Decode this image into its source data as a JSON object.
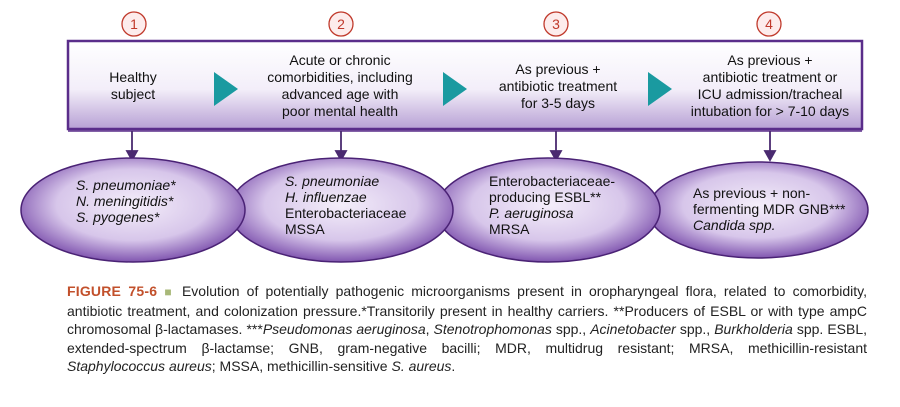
{
  "colors": {
    "box_border": "#5a2d8a",
    "box_gradient_top": "#ffffff",
    "box_gradient_bottom": "#c9b6df",
    "ellipse_dark": "#6a3d99",
    "ellipse_light": "#ece3f5",
    "triangle": "#1a9aa0",
    "step_circle": "#c0392b",
    "caption_label": "#c2502b"
  },
  "steps": [
    {
      "number": "1",
      "text": "Healthy\nsubject"
    },
    {
      "number": "2",
      "text": "Acute or chronic\ncomorbidities, including\nadvanced age with\npoor mental health"
    },
    {
      "number": "3",
      "text": "As previous +\nantibiotic treatment\nfor 3-5 days"
    },
    {
      "number": "4",
      "text": "As previous +\nantibiotic treatment or\nICU admission/tracheal\nintubation for > 7-10 days"
    }
  ],
  "organisms": [
    {
      "lines": [
        {
          "text": "S. pneumoniae*",
          "italic": true
        },
        {
          "text": "N. meningitidis*",
          "italic": true
        },
        {
          "text": "S. pyogenes*",
          "italic": true
        }
      ]
    },
    {
      "lines": [
        {
          "text": "S. pneumoniae",
          "italic": true
        },
        {
          "text": "H. influenzae",
          "italic": true
        },
        {
          "text": "Enterobacteriaceae",
          "italic": false
        },
        {
          "text": "MSSA",
          "italic": false
        }
      ]
    },
    {
      "lines": [
        {
          "text": "Enterobacteriaceae-",
          "italic": false
        },
        {
          "text": "producing ESBL**",
          "italic": false
        },
        {
          "text": "P. aeruginosa",
          "italic": true
        },
        {
          "text": "MRSA",
          "italic": false
        }
      ]
    },
    {
      "lines": [
        {
          "text": "As previous + non-",
          "italic": false
        },
        {
          "text": "fermenting MDR GNB***",
          "italic": false
        },
        {
          "text": "Candida spp.",
          "italic": true
        }
      ]
    }
  ],
  "caption": {
    "label": "FIGURE 75-6",
    "separator": "■",
    "segments": [
      {
        "text": " Evolution of potentially pathogenic microorganisms present in oropharyngeal flora, related to comorbidity, antibiotic treatment, and colonization pressure.*Transitorily present in healthy carriers. **Producers of ESBL or with type ampC chromosomal β-lactamases. ***",
        "italic": false
      },
      {
        "text": "Pseudomonas aeruginosa",
        "italic": true
      },
      {
        "text": ", ",
        "italic": false
      },
      {
        "text": "Stenotrophomonas",
        "italic": true
      },
      {
        "text": " spp., ",
        "italic": false
      },
      {
        "text": "Acinetobacter",
        "italic": true
      },
      {
        "text": " spp., ",
        "italic": false
      },
      {
        "text": "Burkholderia",
        "italic": true
      },
      {
        "text": " spp. ESBL, extended-spectrum β-lactamse; GNB, gram-negative bacilli; MDR, multidrug resistant; MRSA, methicillin-resistant ",
        "italic": false
      },
      {
        "text": "Staphylococcus aureus",
        "italic": true
      },
      {
        "text": "; MSSA, methicillin-sensitive ",
        "italic": false
      },
      {
        "text": "S. aureus",
        "italic": true
      },
      {
        "text": ".",
        "italic": false
      }
    ]
  }
}
